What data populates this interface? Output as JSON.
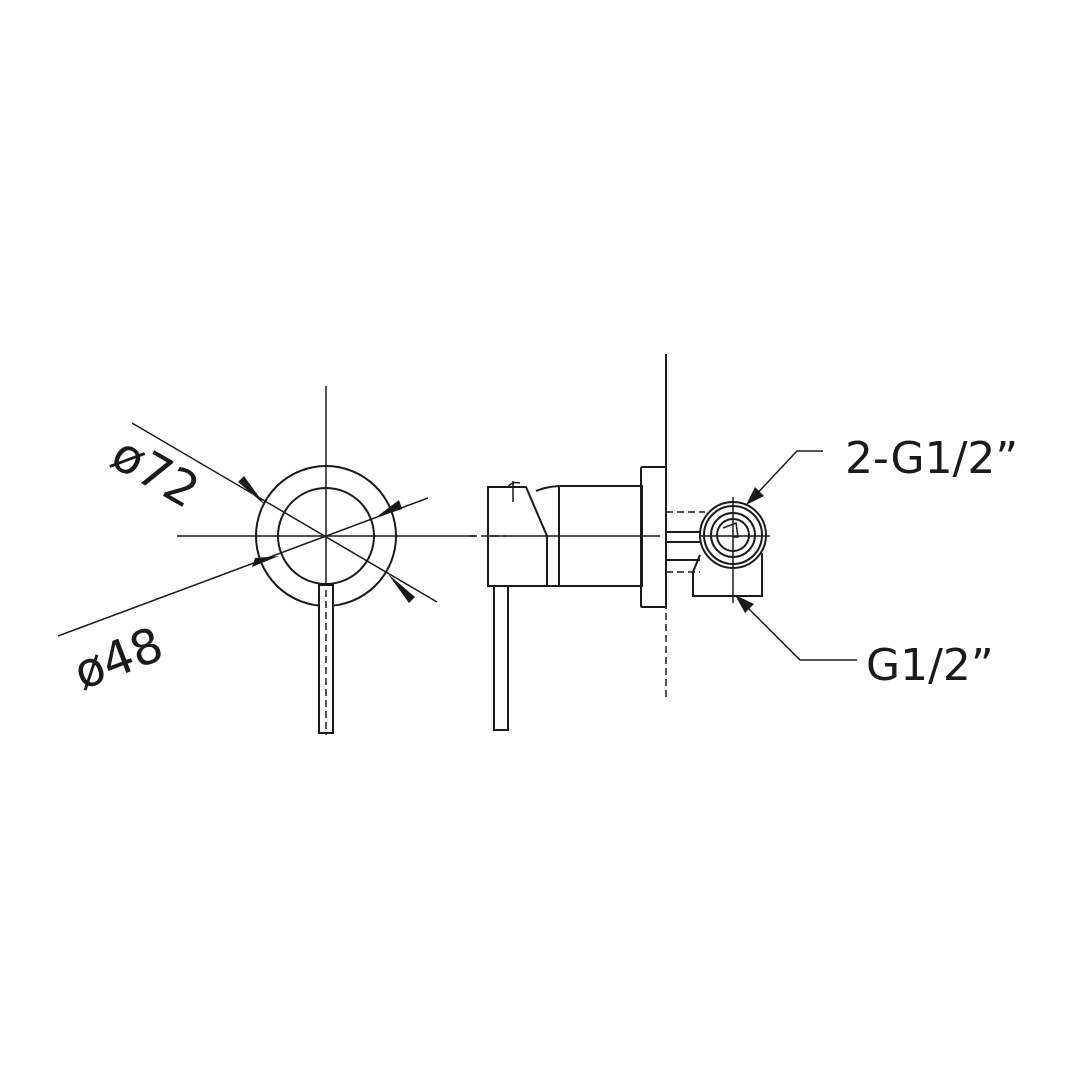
{
  "drawing": {
    "front_view": {
      "outer_diameter_label": "ø72",
      "inner_diameter_label": "ø48"
    },
    "side_view": {
      "outlet_label": "2-G1/2”",
      "inlet_label": "G1/2”"
    },
    "colors": {
      "line": "#1a1a1a",
      "background": "#ffffff"
    }
  }
}
